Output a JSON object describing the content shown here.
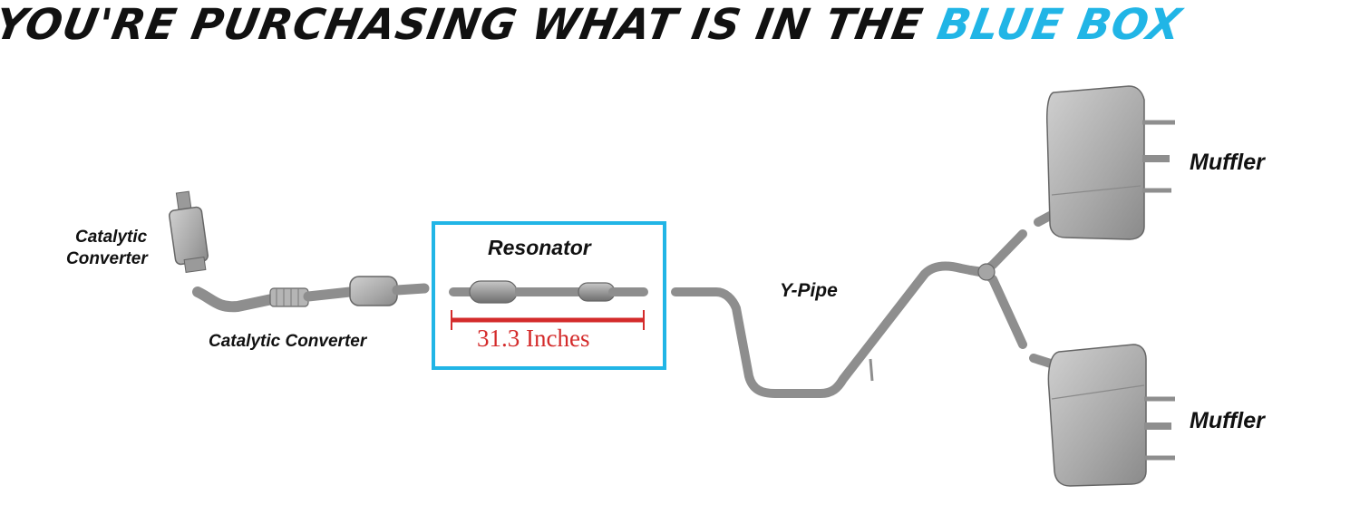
{
  "headline": {
    "main_text": "YOU'RE PURCHASING WHAT IS IN THE",
    "highlight_text": "BLUE BOX",
    "highlight_color": "#21b5e6"
  },
  "labels": {
    "catalytic_converter_upper_line1": "Catalytic",
    "catalytic_converter_upper_line2": "Converter",
    "catalytic_converter_lower": "Catalytic Converter",
    "resonator": "Resonator",
    "y_pipe": "Y-Pipe",
    "muffler_top": "Muffler",
    "muffler_bottom": "Muffler"
  },
  "measurement": {
    "length_text": "31.3 Inches",
    "color": "#d42b2b"
  },
  "colors": {
    "blue_box": "#21b5e6",
    "pipe": "#9a9a9a",
    "pipe_dark": "#6f6f6f"
  }
}
